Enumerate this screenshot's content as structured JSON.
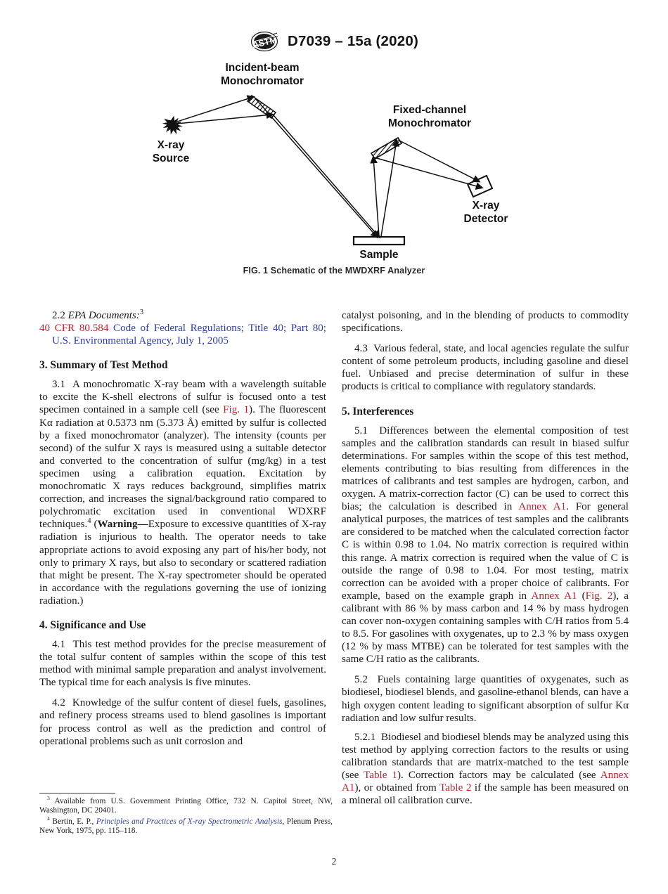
{
  "header": {
    "logo_icon": "astm-logo-icon",
    "doc_id": "D7039 – 15a (2020)"
  },
  "figure": {
    "caption": "FIG. 1 Schematic of the MWDXRF Analyzer",
    "labels": {
      "incident_beam_monochromator": "Incident-beam\nMonochromator",
      "incident_beam_line1": "Incident-beam",
      "incident_beam_line2": "Monochromator",
      "fixed_channel_line1": "Fixed-channel",
      "fixed_channel_line2": "Monochromator",
      "xray_source_line1": "X-ray",
      "xray_source_line2": "Source",
      "xray_detector_line1": "X-ray",
      "xray_detector_line2": "Detector",
      "sample": "Sample"
    }
  },
  "left_column": {
    "sec2_2": {
      "number": "2.2",
      "title": "EPA Documents:",
      "footnote_marker": "3"
    },
    "epa_ref": {
      "code_red": "40 CFR 80.584",
      "title_blue": "Code of Federal Regulations; Title 40; Part 80; U.S. Environmental Agency, July 1, 2005"
    },
    "sec3_heading": "3.  Summary of Test Method",
    "sec3_1": {
      "number": "3.1",
      "text_a": "A monochromatic X-ray beam with a wavelength suitable to excite the K-shell electrons of sulfur is focused onto a test specimen contained in a sample cell (see ",
      "link_fig1": "Fig. 1",
      "text_b": "). The fluorescent Kα radiation at 0.5373 nm (5.373 Å) emitted by sulfur is collected by a fixed monochromator (analyzer). The intensity (counts per second) of the sulfur X rays is measured using a suitable detector and converted to the concentration of sulfur (mg/kg) in a test specimen using a calibration equation. Excitation by monochromatic X rays reduces background, simplifies matrix correction, and increases the signal/background ratio compared to polychromatic excitation used in conventional WDXRF techniques.",
      "footnote_marker": "4",
      "text_c": " (",
      "warning_bold": "Warning—",
      "text_d": "Exposure to excessive quantities of X-ray radiation is injurious to health. The operator needs to take appropriate actions to avoid exposing any part of his/her body, not only to primary X rays, but also to secondary or scattered radiation that might be present. The X-ray spectrometer should be operated in accordance with the regulations governing the use of ionizing radiation.)"
    },
    "sec4_heading": "4.  Significance and Use",
    "sec4_1": {
      "number": "4.1",
      "text": "This test method provides for the precise measurement of the total sulfur content of samples within the scope of this test method with minimal sample preparation and analyst involvement. The typical time for each analysis is five minutes."
    },
    "sec4_2": {
      "number": "4.2",
      "text": "Knowledge of the sulfur content of diesel fuels, gasolines, and refinery process streams used to blend gasolines is important for process control as well as the prediction and control of operational problems such as unit corrosion and"
    }
  },
  "right_column": {
    "sec4_2_cont": "catalyst poisoning, and in the blending of products to commodity specifications.",
    "sec4_3": {
      "number": "4.3",
      "text": "Various federal, state, and local agencies regulate the sulfur content of some petroleum products, including gasoline and diesel fuel. Unbiased and precise determination of sulfur in these products is critical to compliance with regulatory standards."
    },
    "sec5_heading": "5.  Interferences",
    "sec5_1": {
      "number": "5.1",
      "text_a": "Differences between the elemental composition of test samples and the calibration standards can result in biased sulfur determinations. For samples within the scope of this test method, elements contributing to bias resulting from differences in the matrices of calibrants and test samples are hydrogen, carbon, and oxygen. A matrix-correction factor (C) can be used to correct this bias; the calculation is described in ",
      "link_annex_a1_1": "Annex A1",
      "text_b": ". For general analytical purposes, the matrices of test samples and the calibrants are considered to be matched when the calculated correction factor C is within 0.98 to 1.04. No matrix correction is required within this range. A matrix correction is required when the value of C is outside the range of 0.98 to 1.04. For most testing, matrix correction can be avoided with a proper choice of calibrants. For example, based on the example graph in ",
      "link_annex_a1_2": "Annex A1",
      "text_c": " (",
      "link_fig2": "Fig. 2",
      "text_d": "), a calibrant with 86 % by mass carbon and 14 % by mass hydrogen can cover non-oxygen containing samples with C/H ratios from 5.4 to 8.5. For gasolines with oxygenates, up to 2.3 % by mass oxygen (12 % by mass MTBE) can be tolerated for test samples with the same C/H ratio as the calibrants."
    },
    "sec5_2": {
      "number": "5.2",
      "text": "Fuels containing large quantities of oxygenates, such as biodiesel, biodiesel blends, and gasoline-ethanol blends, can have a high oxygen content leading to significant absorption of sulfur Kα radiation and low sulfur results."
    },
    "sec5_2_1": {
      "number": "5.2.1",
      "text_a": "Biodiesel and biodiesel blends may be analyzed using this test method by applying correction factors to the results or using calibration standards that are matrix-matched to the test sample (see ",
      "link_table1": "Table 1",
      "text_b": "). Correction factors may be calculated (see ",
      "link_annex_a1": "Annex A1",
      "text_c": "), or obtained from ",
      "link_table2": "Table 2",
      "text_d": " if the sample has been measured on a mineral oil calibration curve."
    }
  },
  "footnotes": [
    {
      "marker": "3",
      "text": "Available from U.S. Government Printing Office, 732 N. Capitol Street, NW, Washington, DC 20401."
    },
    {
      "marker": "4",
      "prefix": "Bertin, E. P., ",
      "title_italic_blue": "Principles and Practices of X-ray Spectrometric Analysis",
      "suffix": ", Plenum Press, New York, 1975, pp. 115–118."
    }
  ],
  "page_number": "2",
  "colors": {
    "link_red": "#c0202a",
    "link_blue": "#2b3ea8",
    "text": "#1a1a1a"
  }
}
